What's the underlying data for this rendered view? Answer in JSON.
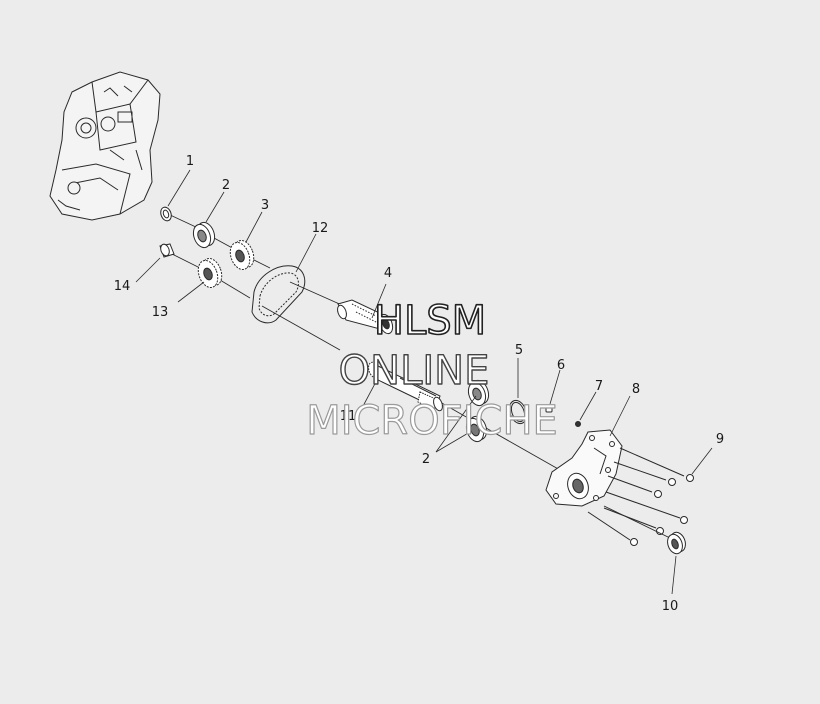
{
  "callouts": {
    "c1": "1",
    "c2a": "2",
    "c2b": "2",
    "c3": "3",
    "c4": "4",
    "c5": "5",
    "c6": "6",
    "c7": "7",
    "c8": "8",
    "c9": "9",
    "c10": "10",
    "c11": "11",
    "c12": "12",
    "c13": "13",
    "c14": "14"
  },
  "watermark": {
    "line1": "HLSM",
    "line2": "ONLINE",
    "line3": "MICROFICHE"
  },
  "colors": {
    "background": "#ececec",
    "ink": "#1a1a1a",
    "watermark_stroke": "#555555"
  }
}
